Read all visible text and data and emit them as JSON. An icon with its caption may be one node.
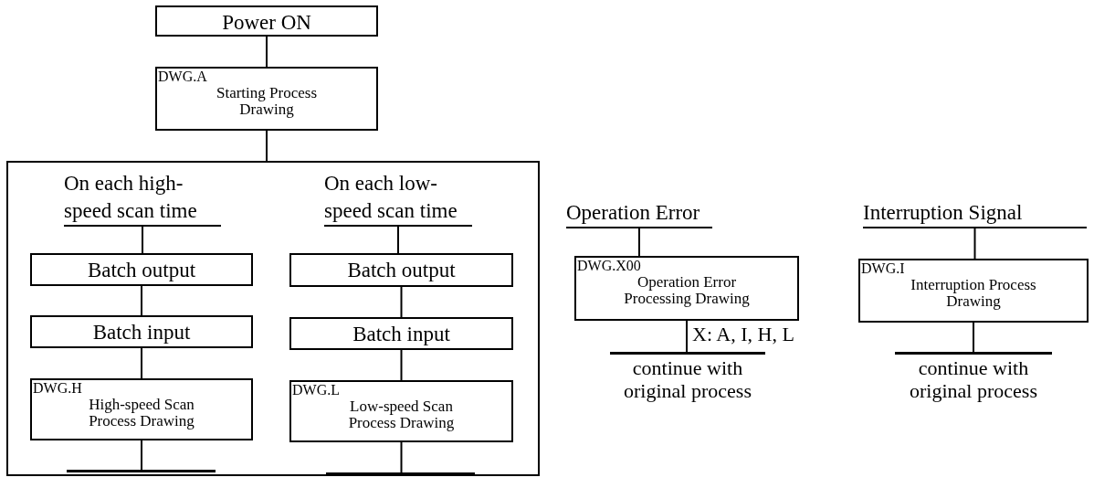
{
  "diagram": {
    "nodes": [
      {
        "text": [
          "Power ON"
        ]
      },
      {
        "text": [
          "DWG.A",
          "Starting Process Drawing"
        ]
      },
      {
        "text": [],
        "shape": "box"
      },
      {
        "text": [
          "On each high-speed scan time"
        ],
        "in": 2
      },
      {
        "text": [
          "Batch output"
        ],
        "in": 2
      },
      {
        "text": [
          "Batch input"
        ],
        "in": 2
      },
      {
        "text": [
          "DWG.H",
          "High-speed Scan Process Drawing"
        ],
        "in": 2
      },
      {
        "text": [],
        "shape": "bar",
        "in": 2
      },
      {
        "text": [
          "On each low-speed scan time"
        ],
        "in": 2
      },
      {
        "text": [
          "Batch output"
        ],
        "in": 2
      },
      {
        "text": [
          "Batch input"
        ],
        "in": 2
      },
      {
        "text": [
          "DWG.L",
          "Low-speed Scan Process Drawing"
        ],
        "in": 2
      },
      {
        "text": [],
        "shape": "bar",
        "in": 2
      },
      {
        "text": [
          "Operation Error"
        ]
      },
      {
        "text": [
          "DWG.X00",
          "Operation Error Processing Drawing"
        ]
      },
      {
        "text": [
          "continue with original process"
        ]
      },
      {
        "text": [
          "Interruption Signal"
        ]
      },
      {
        "text": [
          "DWG.I",
          "Interruption Process Drawing"
        ]
      },
      {
        "text": [
          "continue with original process"
        ]
      }
    ],
    "edges": [
      {
        "from": 0,
        "to": 1,
        "arrow": "none"
      },
      {
        "from": 1,
        "to": 2,
        "arrow": "none"
      },
      {
        "from": 3,
        "to": 4,
        "arrow": "none"
      },
      {
        "from": 4,
        "to": 5,
        "arrow": "none"
      },
      {
        "from": 5,
        "to": 6,
        "arrow": "none"
      },
      {
        "from": 6,
        "to": 7,
        "arrow": "none"
      },
      {
        "from": 8,
        "to": 9,
        "arrow": "none"
      },
      {
        "from": 9,
        "to": 10,
        "arrow": "none"
      },
      {
        "from": 10,
        "to": 11,
        "arrow": "none"
      },
      {
        "from": 11,
        "to": 12,
        "arrow": "none"
      },
      {
        "from": 13,
        "to": 14,
        "arrow": "none"
      },
      {
        "from": 14,
        "to": 15,
        "arrow": "none",
        "label": "X: A, I, H, L"
      },
      {
        "from": 16,
        "to": 17,
        "arrow": "none"
      },
      {
        "from": 17,
        "to": 18,
        "arrow": "none"
      }
    ]
  }
}
